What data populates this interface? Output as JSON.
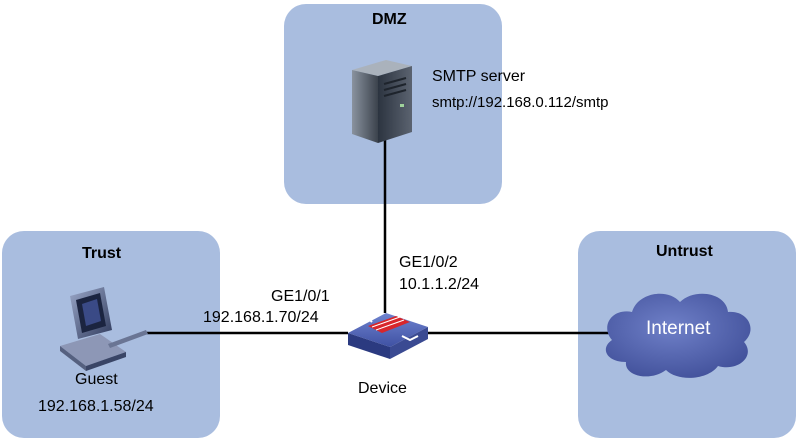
{
  "zones": {
    "dmz": {
      "title": "DMZ"
    },
    "trust": {
      "title": "Trust"
    },
    "untrust": {
      "title": "Untrust"
    }
  },
  "smtp_server": {
    "name": "SMTP server",
    "url": "smtp://192.168.0.112/smtp"
  },
  "guest": {
    "name": "Guest",
    "ip": "192.168.1.58/24"
  },
  "device": {
    "name": "Device",
    "if1": {
      "name": "GE1/0/1",
      "ip": "192.168.1.70/24"
    },
    "if2": {
      "name": "GE1/0/2",
      "ip": "10.1.1.2/24"
    }
  },
  "internet": {
    "label": "Internet"
  },
  "colors": {
    "zone_fill": "#a9bddf",
    "cloud_fill": "#4a5aa6",
    "device_fill": "#4c5fb0",
    "firewall_red": "#d8262b"
  }
}
